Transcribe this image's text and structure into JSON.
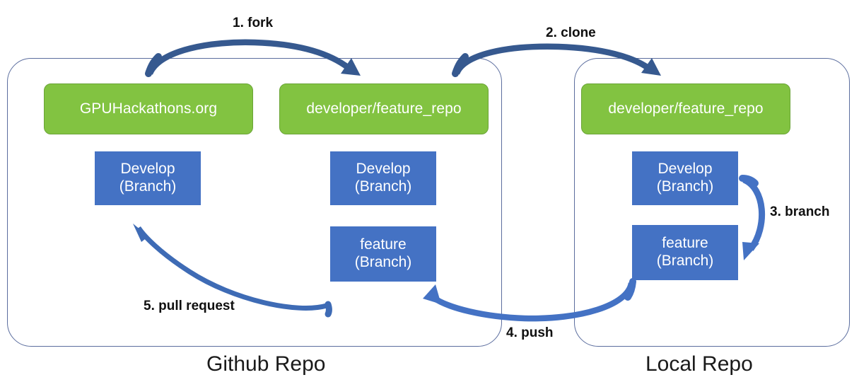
{
  "diagram": {
    "title": "GitHub fork / clone / branch / push / pull-request workflow",
    "colors": {
      "repo_box_green": "#82C341",
      "branch_box_blue": "#4472C4",
      "arrow_blue": "#4472C4",
      "arrow_blue_dark": "#36598F",
      "frame_outline": "#5b6d9e",
      "text_on_box": "#ffffff",
      "label_text": "#101010"
    },
    "frames": [
      {
        "id": "github",
        "caption": "Github Repo"
      },
      {
        "id": "local",
        "caption": "Local Repo"
      }
    ],
    "repo_boxes": [
      {
        "id": "gpuhackathons",
        "label": "GPUHackathons.org",
        "frame": "github"
      },
      {
        "id": "gh_feature_repo",
        "label": "developer/feature_repo",
        "frame": "github"
      },
      {
        "id": "lo_feature_repo",
        "label": "developer/feature_repo",
        "frame": "local"
      }
    ],
    "branch_boxes": [
      {
        "id": "gh_main_develop",
        "line1": "Develop",
        "line2": "(Branch)",
        "frame": "github"
      },
      {
        "id": "gh_fork_develop",
        "line1": "Develop",
        "line2": "(Branch)",
        "frame": "github"
      },
      {
        "id": "gh_fork_feature",
        "line1": "feature",
        "line2": "(Branch)",
        "frame": "github"
      },
      {
        "id": "lo_develop",
        "line1": "Develop",
        "line2": "(Branch)",
        "frame": "local"
      },
      {
        "id": "lo_feature",
        "line1": "feature",
        "line2": "(Branch)",
        "frame": "local"
      }
    ],
    "steps": [
      {
        "number": 1,
        "label": "1. fork",
        "from": "GPUHackathons.org",
        "to": "developer/feature_repo (Github)"
      },
      {
        "number": 2,
        "label": "2. clone",
        "from": "developer/feature_repo (Github)",
        "to": "developer/feature_repo (Local)"
      },
      {
        "number": 3,
        "label": "3. branch",
        "from": "Develop (Branch) Local",
        "to": "feature (Branch) Local"
      },
      {
        "number": 4,
        "label": "4. push",
        "from": "feature (Branch) Local",
        "to": "feature (Branch) Github fork"
      },
      {
        "number": 5,
        "label": "5. pull request",
        "from": "feature (Branch) Github fork",
        "to": "Develop (Branch) GPUHackathons.org"
      }
    ]
  }
}
